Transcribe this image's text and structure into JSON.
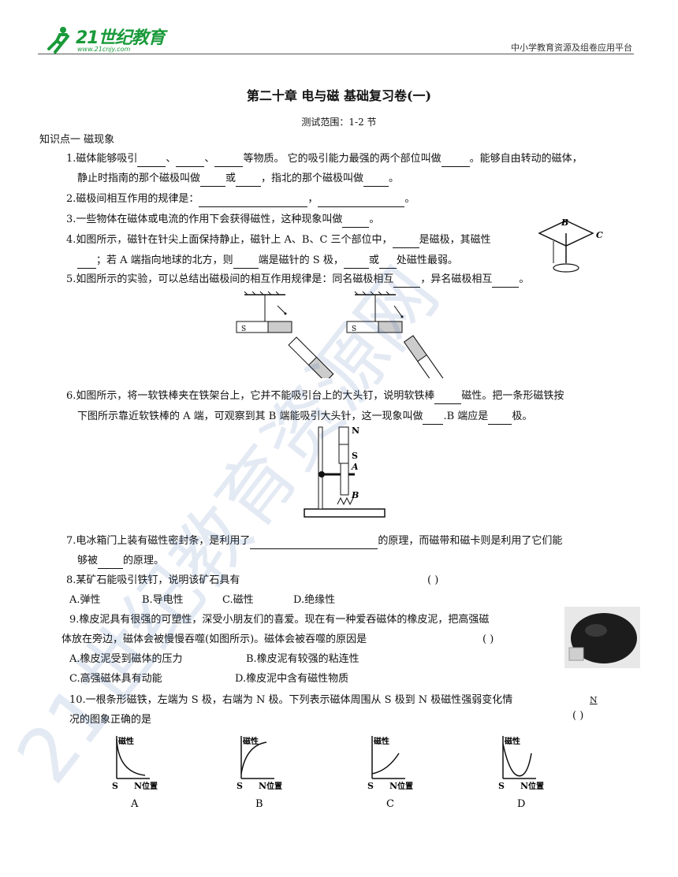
{
  "header": {
    "logo_text": "21世纪教育",
    "logo_url": "www.21cnjy.com",
    "platform": "中小学教育资源及组卷应用平台"
  },
  "title": "第二十章 电与磁  基础复习卷(一)",
  "scope": "测试范围：1-2 节",
  "section1": "知识点一 磁现象",
  "q1": {
    "l1a": "1.磁体能够吸引",
    "l1b": "、",
    "l1c": "、",
    "l1d": "等物质。 它的吸引能力最强的两个部位叫做",
    "l1e": "。能够自由转动的磁体，",
    "l2a": "静止时指南的那个磁极叫做",
    "l2b": "或",
    "l2c": "，指北的那个磁极叫做",
    "l2d": "。"
  },
  "q2": {
    "a": "2.磁极间相互作用的规律是：",
    "b": "，",
    "c": "。"
  },
  "q3": {
    "a": "3.一些物体在磁体或电流的作用下会获得磁性，这种现象叫做",
    "b": "。"
  },
  "q4": {
    "l1a": "4.如图所示，磁针在针尖上面保持静止，磁针上 A、B、C 三个部位中，",
    "l1b": "是磁极，其磁性",
    "l2a": "；若 A 端指向地球的北方，则",
    "l2b": "端是磁针的 S 极，",
    "l2c": "或",
    "l2d": "处磁性最弱。",
    "label_b": "B",
    "label_c": "C"
  },
  "q5": {
    "a": "5.如图所示的实验，可以总结出磁极间的相互作用规律是：同名磁极相互",
    "b": "，异名磁极相互",
    "c": "。",
    "s1": "S",
    "s2": "S"
  },
  "q6": {
    "l1a": "6.如图所示，将一软铁棒夹在铁架台上，它并不能吸引台上的大头钉，说明软铁棒",
    "l1b": "磁性。把一条形磁铁按",
    "l2a": "下图所示靠近软铁棒的 A 端，可观察到其 B 端能吸引大头针，这一现象叫做",
    "l2b": ".B 端应是",
    "l2c": "极。",
    "n": "N",
    "s": "S",
    "a": "A",
    "b": "B"
  },
  "q7": {
    "l1a": "7.电冰箱门上装有磁性密封条，是利用了",
    "l1b": "的原理，而磁带和磁卡则是利用了它们能",
    "l2a": "够被",
    "l2b": "的原理。"
  },
  "q8": {
    "stem": "8.某矿石能吸引铁钉，说明该矿石具有",
    "paren": "(    )",
    "a": "A.弹性",
    "b": "B.导电性",
    "c": "C.磁性",
    "d": "D.绝缘性"
  },
  "q9": {
    "l1": "9.橡皮泥具有很强的可塑性，深受小朋友们的喜爱。现在有一种爱吞磁体的橡皮泥，把高强磁",
    "l2": "体放在旁边，磁体会被慢慢吞噬(如图所示)。磁体会被吞噬的原因是",
    "paren": "(    )",
    "a": "A.橡皮泥受到磁体的压力",
    "b": "B.橡皮泥有较强的粘连性",
    "c": "C.高强磁体具有动能",
    "d": "D.橡皮泥中含有磁性物质"
  },
  "q10": {
    "l1": "10.一根条形磁铁，左端为 S 极，右端为 N 极。下列表示磁体周围从 S 极到 N 极磁性强弱变化情",
    "l2": "况的图象正确的是",
    "n_mark": "N",
    "paren": "(        )",
    "graphs": [
      {
        "ylabel": "磁性",
        "s": "S",
        "n": "N",
        "xlabel": "位置",
        "option": "A"
      },
      {
        "ylabel": "磁性",
        "s": "S",
        "n": "N",
        "xlabel": "位置",
        "option": "B"
      },
      {
        "ylabel": "磁性",
        "s": "S",
        "n": "N",
        "xlabel": "位置",
        "option": "C"
      },
      {
        "ylabel": "磁性",
        "s": "S",
        "n": "N",
        "xlabel": "位置",
        "option": "D"
      }
    ]
  },
  "watermark": "21世纪教育资源网"
}
